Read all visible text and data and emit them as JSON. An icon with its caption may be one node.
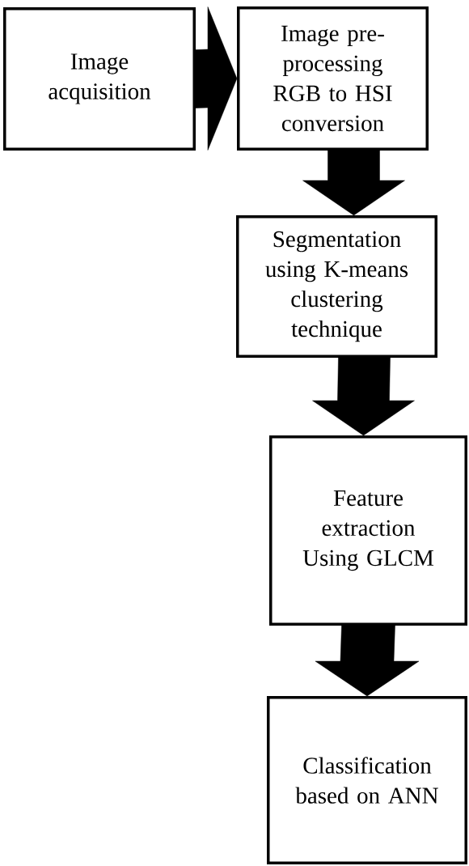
{
  "diagram": {
    "nodes": [
      {
        "text": [
          "Image acquisition"
        ]
      },
      {
        "text": [
          "Image pre-processing RGB to HSI conversion"
        ]
      },
      {
        "text": [
          "Segmentation using K-means clustering technique"
        ]
      },
      {
        "text": [
          "Feature extraction Using GLCM"
        ]
      },
      {
        "text": [
          "Classification based on ANN"
        ]
      }
    ],
    "edges": [
      {
        "from": 0,
        "to": 1,
        "arrow": "to"
      },
      {
        "from": 1,
        "to": 2,
        "arrow": "to"
      },
      {
        "from": 2,
        "to": 3,
        "arrow": "to"
      },
      {
        "from": 3,
        "to": 4,
        "arrow": "to"
      }
    ]
  }
}
